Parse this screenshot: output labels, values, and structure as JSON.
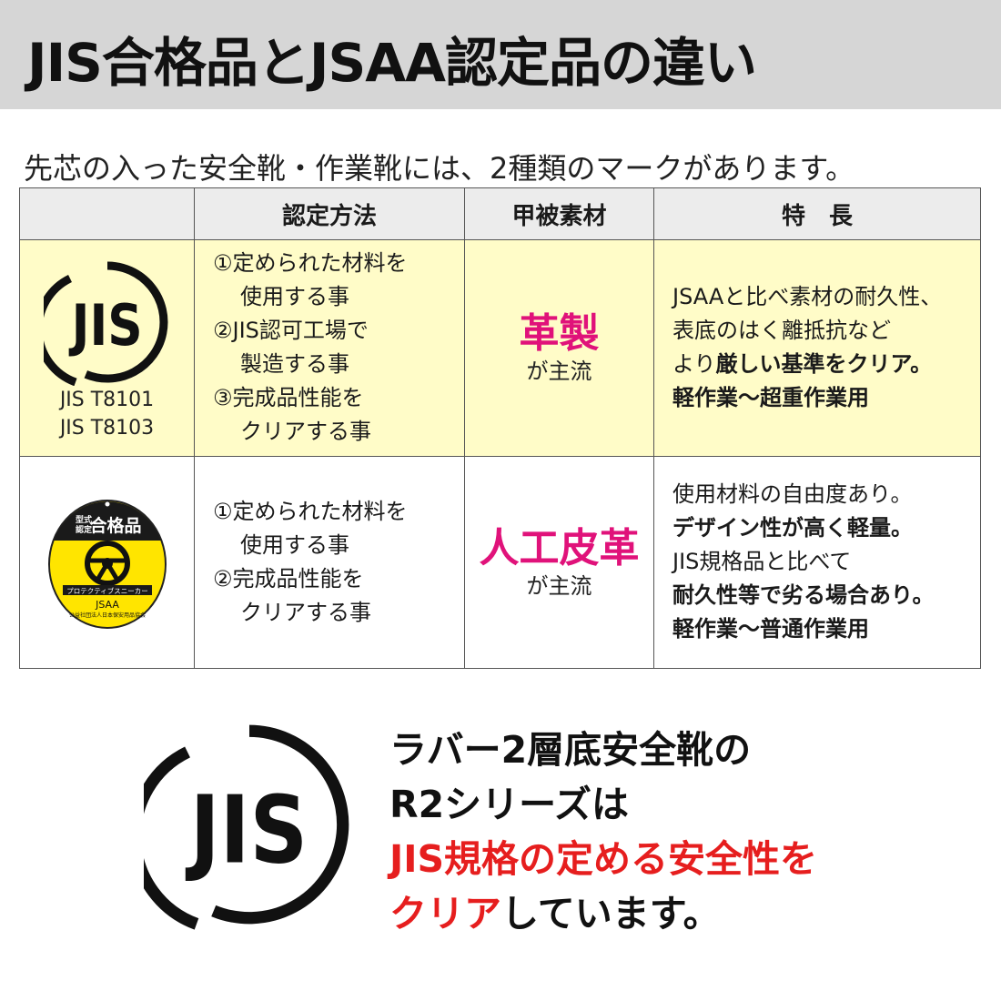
{
  "header": {
    "title": "JIS合格品とJSAA認定品の違い"
  },
  "intro": "先芯の入った安全靴・作業靴には、2種類のマークがあります。",
  "table": {
    "headers": [
      "",
      "認定方法",
      "甲被素材",
      "特　長"
    ],
    "jis": {
      "logo_text": "JIS",
      "standards": [
        "JIS T8101",
        "JIS T8103"
      ],
      "method": [
        "①定められた材料を",
        "使用する事",
        "②JIS認可工場で",
        "製造する事",
        "③完成品性能を",
        "クリアする事"
      ],
      "material_main": "革製",
      "material_sub": "が主流",
      "features": [
        "JSAAと比べ素材の耐久性、",
        "表底のはく離抵抗など",
        "より",
        "厳しい基準をクリア。",
        "軽作業〜超重作業用"
      ]
    },
    "jsaa": {
      "badge_top_small": "型式\n認定",
      "badge_top": "合格品",
      "badge_band": "プロテクティブスニーカー",
      "badge_org": "JSAA",
      "badge_org_full": "公益社団法人日本保安用品協会",
      "method": [
        "①定められた材料を",
        "使用する事",
        "②完成品性能を",
        "クリアする事"
      ],
      "material_main": "人工皮革",
      "material_sub": "が主流",
      "features": [
        "使用材料の自由度あり。",
        "デザイン性が高く軽量。",
        "JIS規格品と比べて",
        "耐久性等で劣る場合あり。",
        "軽作業〜普通作業用"
      ]
    }
  },
  "bottom": {
    "logo_text": "JIS",
    "line1": "ラバー2層底安全靴の",
    "line2": "R2シリーズは",
    "line3": "JIS規格の定める安全性を",
    "line4_red": "クリア",
    "line4_rest": "しています。"
  },
  "colors": {
    "accent_pink": "#e0127a",
    "accent_red": "#e61e1e",
    "jis_row_bg": "#fffcc8",
    "header_bg": "#d6d6d6"
  }
}
